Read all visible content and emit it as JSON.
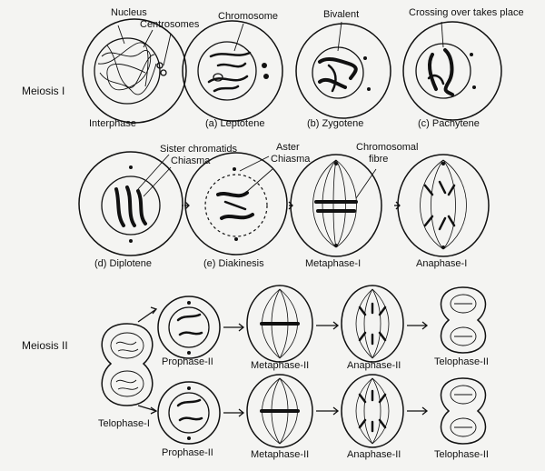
{
  "section_labels": {
    "meiosis_1": "Meiosis I",
    "meiosis_2": "Meiosis II"
  },
  "callouts": {
    "nucleus": "Nucleus",
    "centrosomes": "Centrosomes",
    "chromosome": "Chromosome",
    "bivalent": "Bivalent",
    "crossing_over": "Crossing over takes place",
    "sister_chromatids": "Sister chromatids",
    "chiasma_diplotene": "Chiasma",
    "aster": "Aster",
    "chiasma_diakinesis": "Chiasma",
    "chromosomal_fibre_1": "Chromosomal",
    "chromosomal_fibre_2": "fibre"
  },
  "stages_row1": {
    "interphase": "Interphase",
    "leptotene": "(a) Leptotene",
    "zygotene": "(b) Zygotene",
    "pachytene": "(c) Pachytene"
  },
  "stages_row2": {
    "diplotene": "(d) Diplotene",
    "diakinesis": "(e) Diakinesis",
    "metaphase_1": "Metaphase-I",
    "anaphase_1": "Anaphase-I"
  },
  "stages_row3_top": {
    "prophase_2": "Prophase-II",
    "metaphase_2": "Metaphase-II",
    "anaphase_2": "Anaphase-II",
    "telophase_2": "Telophase-II"
  },
  "stages_row3_bottom": {
    "telophase_1": "Telophase-I",
    "prophase_2": "Prophase-II",
    "metaphase_2": "Metaphase-II",
    "anaphase_2": "Anaphase-II",
    "telophase_2": "Telophase-II"
  }
}
